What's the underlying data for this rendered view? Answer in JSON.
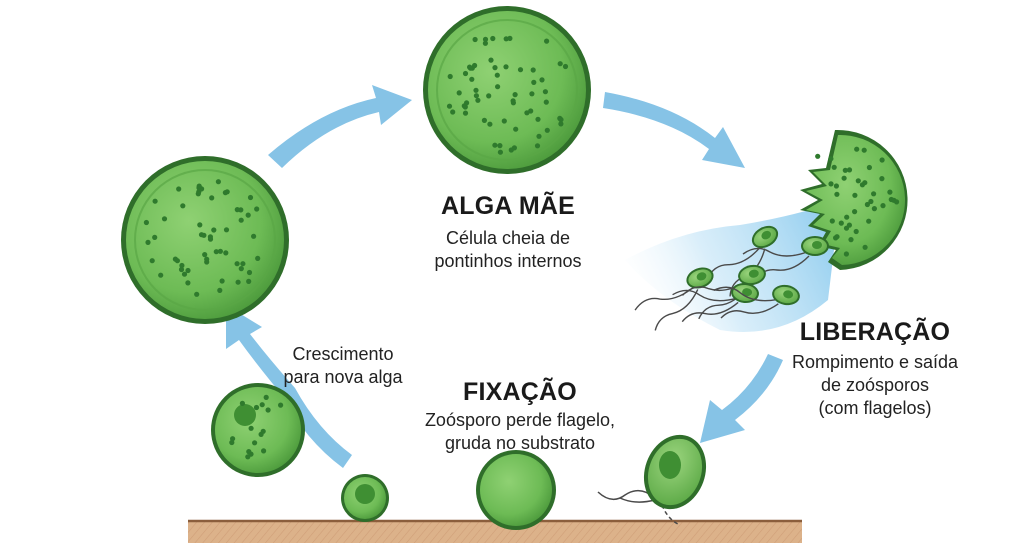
{
  "stages": {
    "mother": {
      "title": "ALGA MÃE",
      "lines": [
        "Célula cheia de",
        "pontinhos internos"
      ]
    },
    "release": {
      "title": "LIBERAÇÃO",
      "lines": [
        "Rompimento e saída",
        "de zoósporos",
        "(com flagelos)"
      ]
    },
    "fixation": {
      "title": "FIXAÇÃO",
      "lines": [
        "Zoósporo perde flagelo,",
        "gruda no substrato"
      ]
    },
    "growth": {
      "lines": [
        "Crescimento",
        "para nova alga"
      ]
    }
  },
  "colors": {
    "arrow": "#86c3e6",
    "cell_fill": "#6fbf57",
    "cell_dark": "#3f8f33",
    "cell_outline": "#2f6e2a",
    "dots": "#2f7a2d",
    "substrate": "#d9ad85",
    "substrate_line": "#8b5e3c",
    "spray": "#a8d6f2"
  }
}
